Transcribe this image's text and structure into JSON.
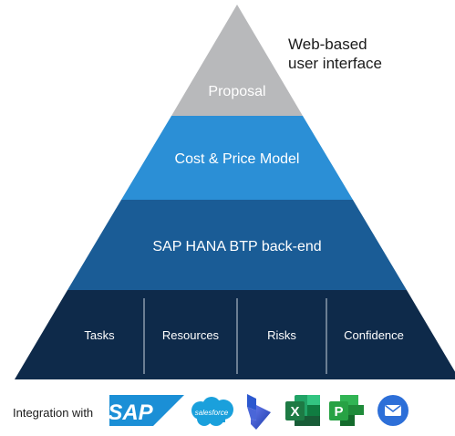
{
  "annotation": {
    "line1": "Web-based",
    "line2": "user interface"
  },
  "pyramid": {
    "tiers": [
      {
        "label": "Proposal",
        "color": "#b8b9bb",
        "text_color": "#ffffff"
      },
      {
        "label": "Cost & Price Model",
        "color": "#2b8fd6",
        "text_color": "#ffffff"
      },
      {
        "label": "SAP HANA BTP back-end",
        "color": "#1a5c96",
        "text_color": "#ffffff"
      }
    ],
    "base": {
      "color": "#0e2a4a",
      "divider_color": "#c8d2dc",
      "cells": [
        "Tasks",
        "Resources",
        "Risks",
        "Confidence"
      ]
    }
  },
  "integration": {
    "label": "Integration with",
    "logos": [
      {
        "icon": "sap-logo-icon",
        "text": "SAP",
        "color": "#1b8fd6"
      },
      {
        "icon": "salesforce-logo-icon",
        "text": "salesforce",
        "color": "#1aa0dc"
      },
      {
        "icon": "dynamics-logo-icon",
        "color": "#3a5bc8"
      },
      {
        "icon": "excel-logo-icon",
        "text": "X",
        "color": "#1d7a44"
      },
      {
        "icon": "project-logo-icon",
        "text": "P",
        "color": "#27a244"
      },
      {
        "icon": "email-logo-icon",
        "color": "#2d6fd8"
      }
    ]
  }
}
